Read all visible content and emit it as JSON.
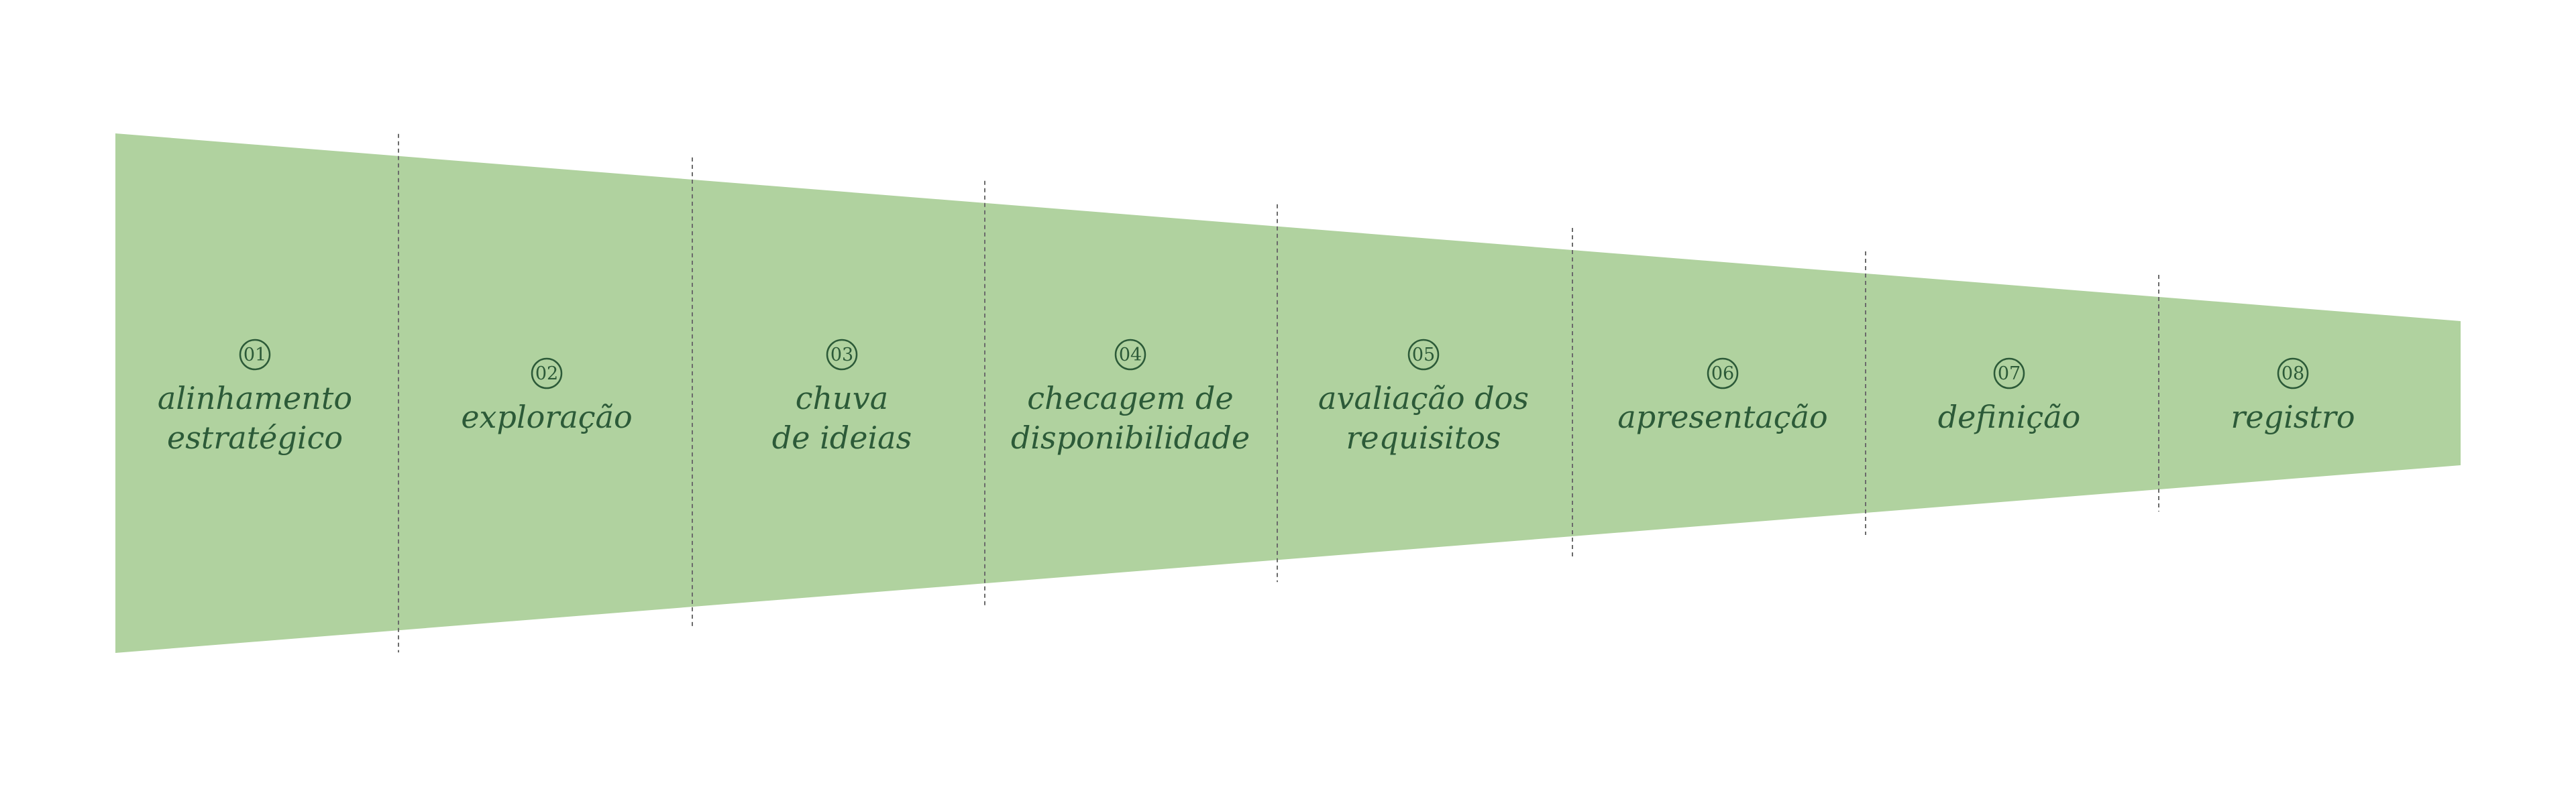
{
  "colors": {
    "funnel_fill": "#b0d29f",
    "text": "#2c5a38",
    "divider": "#6b6b6b",
    "background": "#ffffff"
  },
  "steps": [
    {
      "number": "01",
      "label_lines": [
        "alinhamento",
        "estratégico"
      ]
    },
    {
      "number": "02",
      "label_lines": [
        "exploração"
      ]
    },
    {
      "number": "03",
      "label_lines": [
        "chuva",
        "de ideias"
      ]
    },
    {
      "number": "04",
      "label_lines": [
        "checagem de",
        "disponibilidade"
      ]
    },
    {
      "number": "05",
      "label_lines": [
        "avaliação dos",
        "requisitos"
      ]
    },
    {
      "number": "06",
      "label_lines": [
        "apresentação"
      ]
    },
    {
      "number": "07",
      "label_lines": [
        "definição"
      ]
    },
    {
      "number": "08",
      "label_lines": [
        "registro"
      ]
    }
  ]
}
